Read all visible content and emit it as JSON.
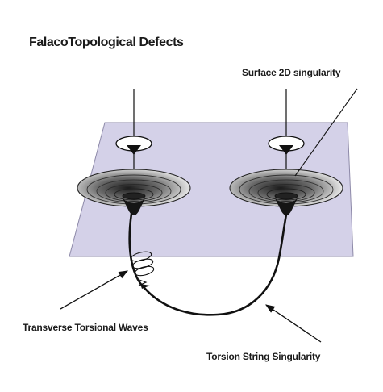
{
  "title": "FalacoTopological Defects",
  "labels": {
    "surface_2d_singularity": "Surface 2D singularity",
    "transverse_torsional_waves": "Transverse Torsional Waves",
    "torsion_string_singularity": "Torsion String Singularity"
  },
  "colors": {
    "plane": "#d4d1e8",
    "plane_edge": "#8d89a8",
    "ink": "#111111"
  }
}
